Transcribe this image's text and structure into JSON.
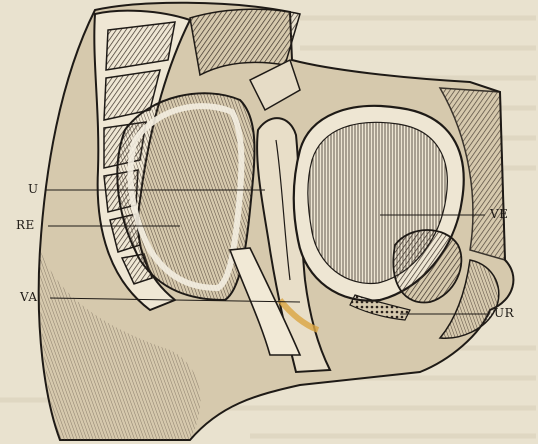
{
  "labels": {
    "u": "U",
    "re": "RE",
    "va": "VA",
    "ve": "VE",
    "ur": "UR"
  },
  "colors": {
    "paper": "#e9e2cf",
    "ink": "#1e1a16",
    "tissue_light": "#d9ccb1",
    "tissue_dark": "#6b5d4d",
    "accent": "#d9a441"
  }
}
